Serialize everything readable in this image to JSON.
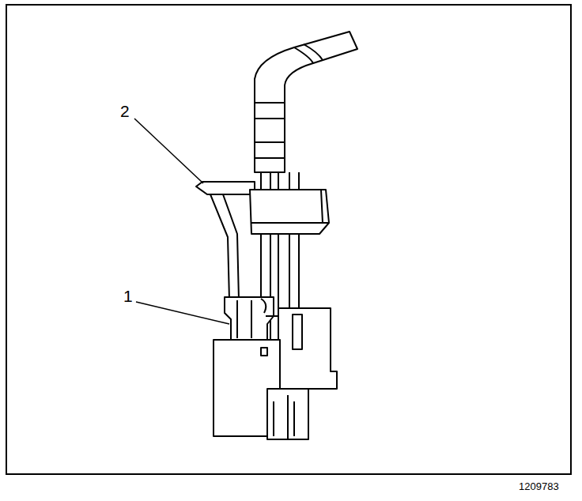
{
  "diagram": {
    "labels": [
      "2",
      "1",
      "1209783"
    ]
  }
}
